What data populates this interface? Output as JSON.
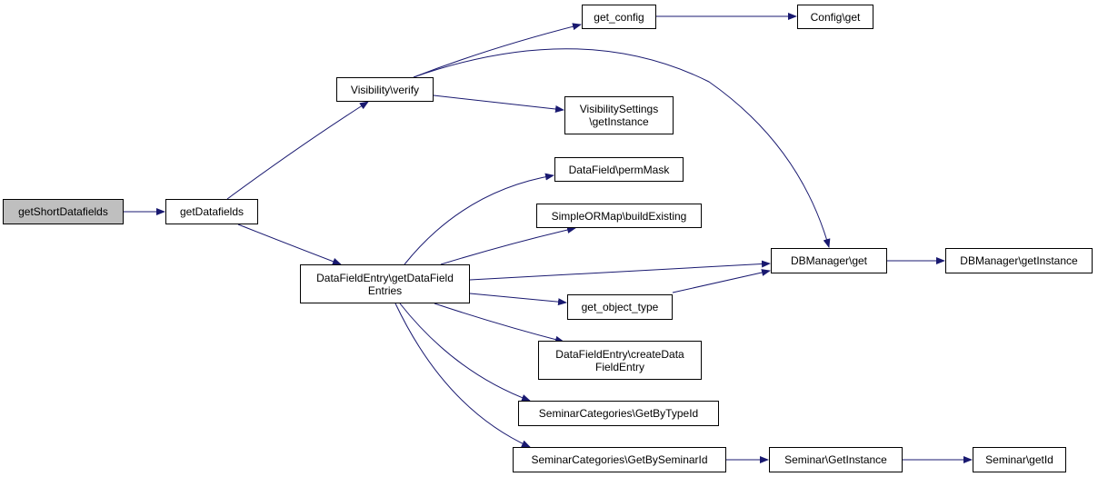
{
  "colors": {
    "edge": "#191970",
    "node_border": "#000000",
    "root_fill": "#bfbfbf",
    "node_fill": "#ffffff"
  },
  "nodes": {
    "getShortDatafields": "getShortDatafields",
    "getDatafields": "getDatafields",
    "visibility_verify": "Visibility\\verify",
    "get_config": "get_config",
    "config_get": "Config\\get",
    "visibilitysettings_getinstance": "VisibilitySettings\n\\getInstance",
    "datafield_permmask": "DataField\\permMask",
    "simpleormap_buildexisting": "SimpleORMap\\buildExisting",
    "datafieldentry_getdatafieldentries": "DataFieldEntry\\getDataField\nEntries",
    "dbmanager_get": "DBManager\\get",
    "dbmanager_getinstance": "DBManager\\getInstance",
    "get_object_type": "get_object_type",
    "datafieldentry_createdatafieldentry": "DataFieldEntry\\createData\nFieldEntry",
    "seminarcategories_getbytypeid": "SeminarCategories\\GetByTypeId",
    "seminarcategories_getbyseminarid": "SeminarCategories\\GetBySeminarId",
    "seminar_getinstance": "Seminar\\GetInstance",
    "seminar_getid": "Seminar\\getId"
  },
  "edges": [
    [
      "getShortDatafields",
      "getDatafields"
    ],
    [
      "getDatafields",
      "visibility_verify"
    ],
    [
      "getDatafields",
      "datafieldentry_getdatafieldentries"
    ],
    [
      "visibility_verify",
      "get_config"
    ],
    [
      "visibility_verify",
      "visibilitysettings_getinstance"
    ],
    [
      "visibility_verify",
      "dbmanager_get"
    ],
    [
      "get_config",
      "config_get"
    ],
    [
      "datafieldentry_getdatafieldentries",
      "datafield_permmask"
    ],
    [
      "datafieldentry_getdatafieldentries",
      "simpleormap_buildexisting"
    ],
    [
      "datafieldentry_getdatafieldentries",
      "dbmanager_get"
    ],
    [
      "datafieldentry_getdatafieldentries",
      "get_object_type"
    ],
    [
      "datafieldentry_getdatafieldentries",
      "datafieldentry_createdatafieldentry"
    ],
    [
      "datafieldentry_getdatafieldentries",
      "seminarcategories_getbytypeid"
    ],
    [
      "datafieldentry_getdatafieldentries",
      "seminarcategories_getbyseminarid"
    ],
    [
      "get_object_type",
      "dbmanager_get"
    ],
    [
      "dbmanager_get",
      "dbmanager_getinstance"
    ],
    [
      "seminarcategories_getbyseminarid",
      "seminar_getinstance"
    ],
    [
      "seminar_getinstance",
      "seminar_getid"
    ]
  ]
}
